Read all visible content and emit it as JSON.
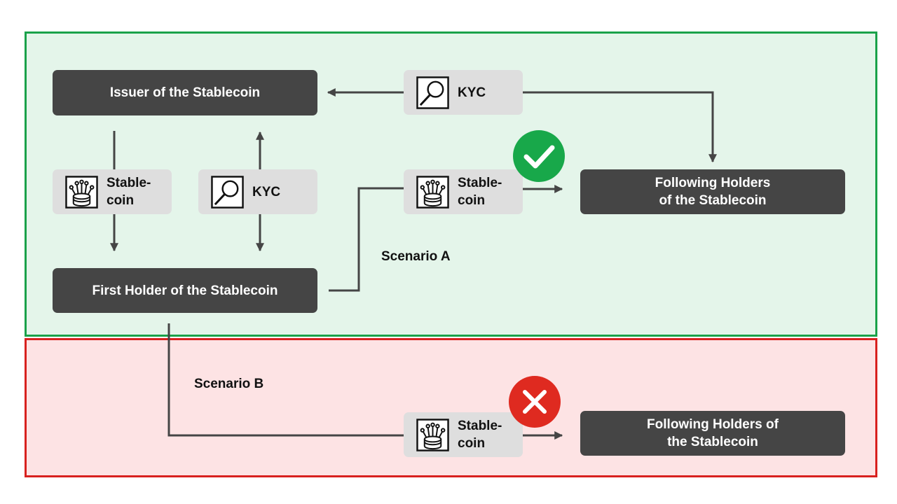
{
  "colors": {
    "zone_a_fill": "#e4f5ea",
    "zone_a_border": "#1aa24a",
    "zone_b_fill": "#fde3e4",
    "zone_b_border": "#d8211f",
    "box_fill": "#454545",
    "chip_fill": "#dedede",
    "check_badge": "#18a84a",
    "cross_badge": "#df2a20",
    "arrow": "#454545"
  },
  "nodes": {
    "issuer": "Issuer of the Stablecoin",
    "first_holder": "First Holder of the Stablecoin",
    "following_a": "Following Holders\nof the Stablecoin",
    "following_b": "Following Holders of\nthe Stablecoin"
  },
  "chips": {
    "kyc_top": {
      "label": "KYC",
      "icon": "magnifier-icon"
    },
    "stablecoin_left": {
      "label": "Stable-\ncoin",
      "icon": "coin-stack-icon"
    },
    "kyc_mid": {
      "label": "KYC",
      "icon": "magnifier-icon"
    },
    "stablecoin_a": {
      "label": "Stable-\ncoin",
      "icon": "coin-stack-icon"
    },
    "stablecoin_b": {
      "label": "Stable-\ncoin",
      "icon": "coin-stack-icon"
    }
  },
  "labels": {
    "scenario_a": "Scenario A",
    "scenario_b": "Scenario B"
  },
  "badges": {
    "scenario_a": "check-icon",
    "scenario_b": "cross-icon"
  }
}
